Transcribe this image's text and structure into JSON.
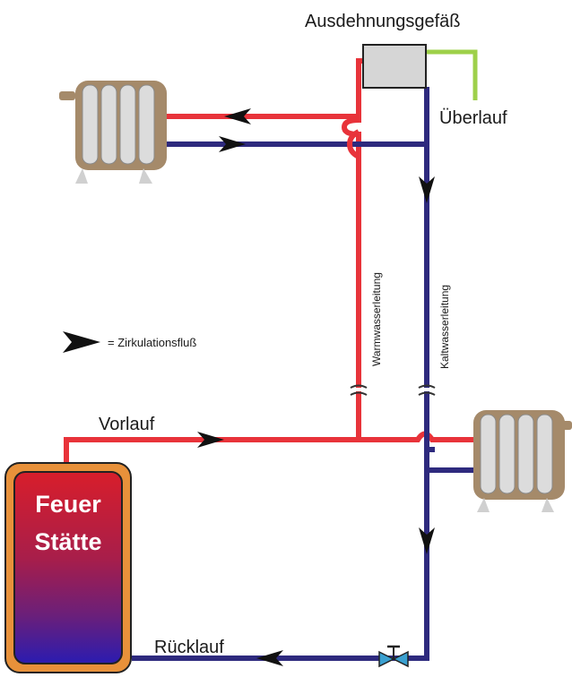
{
  "labels": {
    "expansion_vessel": "Ausdehnungsgefäß",
    "overflow": "Überlauf",
    "hot_water_line": "Warmwasserleitung",
    "cold_water_line": "Kaltwasserleitung",
    "legend_text": "= Zirkulationsfluß",
    "flow": "Vorlauf",
    "return": "Rücklauf",
    "boiler_line1": "Feuer",
    "boiler_line2": "Stätte"
  },
  "colors": {
    "hot": "#e8333a",
    "cold": "#2e2a7e",
    "overflow_pipe": "#9ed04a",
    "vessel_fill": "#d6d6d6",
    "boiler_outer": "#e8913a",
    "radiator": "#a58a6a",
    "valve": "#3aa0d0"
  },
  "icons": [
    "radiator-icon",
    "arrow-icon",
    "valve-icon",
    "expansion-vessel-icon",
    "boiler-icon"
  ]
}
